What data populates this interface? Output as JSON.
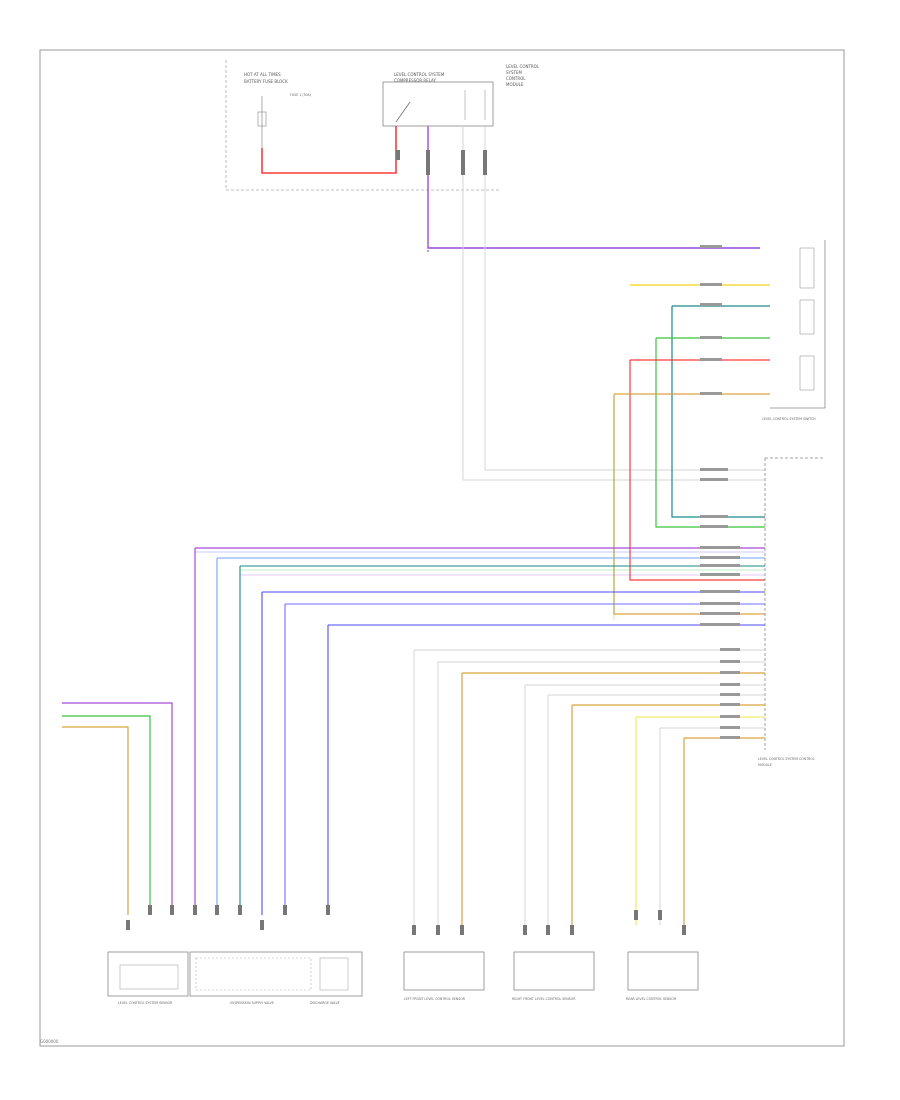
{
  "page_id": "G000000",
  "colors": {
    "red": "#ff3b3b",
    "violet": "#a64ad8",
    "blue": "#4b4bff",
    "green": "#39c339",
    "teal": "#1a8a8a",
    "yellow": "#f2d21a",
    "tan": "#d9a441",
    "gray": "#cfcfcf",
    "frame": "#888888"
  },
  "blocks": {
    "top_left": [
      "HOT AT ALL TIMES",
      "BATTERY FUSE BLOCK",
      "FUSE 1 (30A)"
    ],
    "top_mid": [
      "LEVEL CONTROL SYSTEM",
      "COMPRESSOR RELAY"
    ],
    "top_right": [
      "LEVEL CONTROL",
      "SYSTEM",
      "CONTROL",
      "MODULE"
    ],
    "switch": [
      "LEVEL CONTROL SYSTEM SWITCH"
    ],
    "module": [
      "LEVEL CONTROL SYSTEM CONTROL",
      "MODULE"
    ],
    "bottom": [
      "LEVEL CONTROL SYSTEM SENSOR",
      "SUSPENSION SUPPLY VALVE",
      "DISCHARGE VALVE",
      "LEFT FRONT LEVEL CONTROL SENSOR",
      "RIGHT FRONT LEVEL CONTROL SENSOR",
      "REAR LEVEL CONTROL SENSOR"
    ]
  }
}
